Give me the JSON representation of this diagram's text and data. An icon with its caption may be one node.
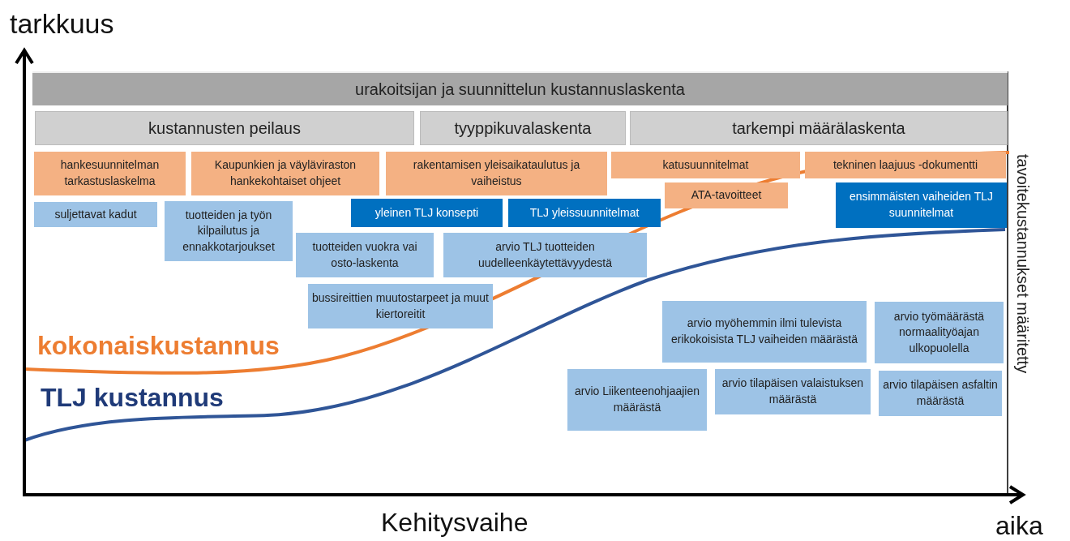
{
  "diagram": {
    "nodes": [
      {
        "text": [
          "urakoitsijan ja suunnittelun kustannuslaskenta"
        ]
      },
      {
        "text": [
          "kustannusten peilaus"
        ]
      },
      {
        "text": [
          "tyyppikuvalaskenta"
        ]
      },
      {
        "text": [
          "tarkempi määrälaskenta"
        ]
      },
      {
        "text": [
          "hankesuunnitelman tarkastuslaskelma"
        ]
      },
      {
        "text": [
          "Kaupunkien ja väyläviraston hankekohtaiset ohjeet"
        ]
      },
      {
        "text": [
          "rakentamisen yleisaikataulutus ja vaiheistus"
        ]
      },
      {
        "text": [
          "katusuunnitelmat"
        ]
      },
      {
        "text": [
          "tekninen laajuus -dokumentti"
        ]
      },
      {
        "text": [
          "ATA-tavoitteet"
        ]
      },
      {
        "text": [
          "suljettavat kadut"
        ]
      },
      {
        "text": [
          "tuotteiden ja työn kilpailutus ja ennakkotarjoukset"
        ]
      },
      {
        "text": [
          "yleinen TLJ konsepti"
        ]
      },
      {
        "text": [
          "TLJ yleissuunnitelmat"
        ]
      },
      {
        "text": [
          "ensimmäisten vaiheiden TLJ suunnitelmat"
        ]
      },
      {
        "text": [
          "tuotteiden vuokra vai osto-laskenta"
        ]
      },
      {
        "text": [
          "arvio TLJ tuotteiden uudelleenkäytettävyydestä"
        ]
      },
      {
        "text": [
          "bussireittien muutostarpeet ja muut kiertoreitit"
        ]
      },
      {
        "text": [
          "arvio myöhemmin ilmi tulevista erikokoisista TLJ vaiheiden määrästä"
        ]
      },
      {
        "text": [
          "arvio työmäärästä normaalityöajan ulkopuolella"
        ]
      },
      {
        "text": [
          "arvio Liikenteenohjaajien määrästä"
        ]
      },
      {
        "text": [
          "arvio tilapäisen valaistuksen määrästä"
        ]
      },
      {
        "text": [
          "arvio tilapäisen asfaltin määrästä"
        ]
      }
    ],
    "labels": [
      "tarkkuus",
      "kokonaiskustannus",
      "TLJ kustannus",
      "tavoitekustannukset määritetty",
      "Kehitysvaihe",
      "aika"
    ]
  }
}
